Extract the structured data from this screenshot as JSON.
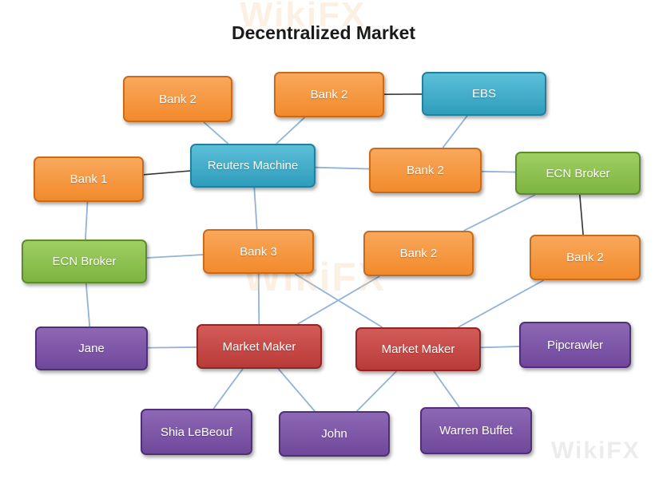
{
  "title": "Decentralized Market",
  "watermark": "WikiFX",
  "colors": {
    "bank": "#f28a2c",
    "reuters_ebs": "#2f9dbc",
    "ecn": "#7db440",
    "market_maker": "#b93b38",
    "participant": "#70489b",
    "connector_blue": "#8fb3d9",
    "connector_dark": "#333333"
  },
  "nodes": {
    "bank2_a": "Bank 2",
    "bank2_b": "Bank 2",
    "ebs": "EBS",
    "bank1": "Bank 1",
    "reuters": "Reuters Machine",
    "bank2_c": "Bank 2",
    "ecn_right": "ECN Broker",
    "ecn_left": "ECN Broker",
    "bank3": "Bank 3",
    "bank2_d": "Bank 2",
    "bank2_e": "Bank 2",
    "jane": "Jane",
    "mm_left": "Market Maker",
    "mm_right": "Market Maker",
    "pipcrawler": "Pipcrawler",
    "shia": "Shia LeBeouf",
    "john": "John",
    "warren": "Warren Buffet"
  },
  "edges": [
    {
      "from": "bank2_a",
      "to": "reuters",
      "style": "blue"
    },
    {
      "from": "bank2_b",
      "to": "reuters",
      "style": "blue"
    },
    {
      "from": "bank2_b",
      "to": "ebs",
      "style": "dark"
    },
    {
      "from": "ebs",
      "to": "bank2_c",
      "style": "blue"
    },
    {
      "from": "bank1",
      "to": "reuters",
      "style": "dark"
    },
    {
      "from": "reuters",
      "to": "bank2_c",
      "style": "blue"
    },
    {
      "from": "bank2_c",
      "to": "ecn_right",
      "style": "blue"
    },
    {
      "from": "bank1",
      "to": "ecn_left",
      "style": "blue"
    },
    {
      "from": "reuters",
      "to": "bank3",
      "style": "blue"
    },
    {
      "from": "ecn_left",
      "to": "bank3",
      "style": "blue"
    },
    {
      "from": "ecn_right",
      "to": "bank2_e",
      "style": "dark"
    },
    {
      "from": "ecn_right",
      "to": "bank2_d",
      "style": "blue"
    },
    {
      "from": "ecn_left",
      "to": "jane",
      "style": "blue"
    },
    {
      "from": "jane",
      "to": "mm_left",
      "style": "blue"
    },
    {
      "from": "bank3",
      "to": "mm_left",
      "style": "blue"
    },
    {
      "from": "bank3",
      "to": "mm_right",
      "style": "blue"
    },
    {
      "from": "bank2_d",
      "to": "mm_left",
      "style": "blue"
    },
    {
      "from": "bank2_e",
      "to": "mm_right",
      "style": "blue"
    },
    {
      "from": "mm_right",
      "to": "pipcrawler",
      "style": "blue"
    },
    {
      "from": "mm_left",
      "to": "shia",
      "style": "blue"
    },
    {
      "from": "mm_left",
      "to": "john",
      "style": "blue"
    },
    {
      "from": "mm_right",
      "to": "john",
      "style": "blue"
    },
    {
      "from": "mm_right",
      "to": "warren",
      "style": "blue"
    }
  ]
}
